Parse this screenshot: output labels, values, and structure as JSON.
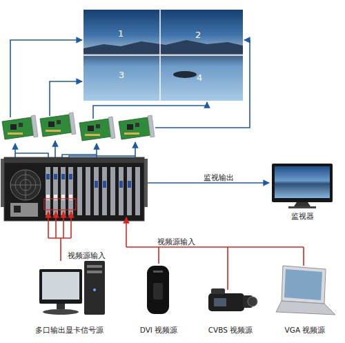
{
  "diagram": {
    "nodes": [
      {
        "text": [
          "1"
        ]
      },
      {
        "text": [
          "2"
        ]
      },
      {
        "text": [
          "3"
        ]
      },
      {
        "text": [
          "4"
        ]
      },
      {
        "text": [
          "监视器"
        ]
      },
      {
        "text": [
          "多口输出显卡信号源"
        ]
      },
      {
        "text": [
          "DVI 视频源"
        ]
      },
      {
        "text": [
          "CVBS 视频源"
        ]
      },
      {
        "text": [
          "VGA 视频源"
        ]
      }
    ],
    "labels": [
      "监视输出",
      "视频源输入",
      "视频源输入"
    ]
  }
}
